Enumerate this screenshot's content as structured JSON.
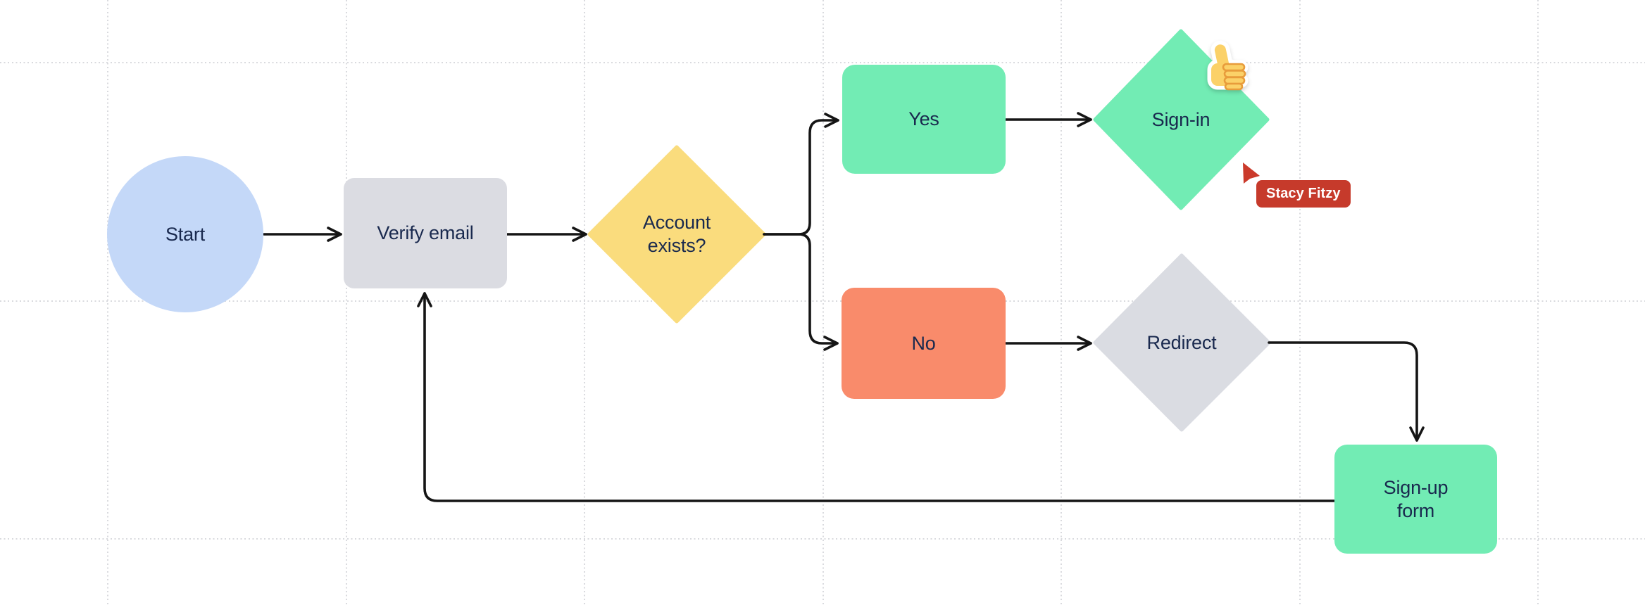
{
  "canvas": {
    "background": "#FFFFFF",
    "grid_color": "#D9DADE",
    "edge_color": "#151515",
    "text_color": "#19294E"
  },
  "nodes": {
    "start": {
      "label": "Start",
      "shape": "ellipse",
      "color": "#C4D8F8"
    },
    "verify_email": {
      "label": "Verify email",
      "shape": "rounded-rect",
      "color": "#DBDCE2"
    },
    "account_exists": {
      "label": "Account exists?",
      "shape": "diamond",
      "color": "#FADC7D"
    },
    "yes": {
      "label": "Yes",
      "shape": "rounded-rect",
      "color": "#72ECB4"
    },
    "sign_in": {
      "label": "Sign-in",
      "shape": "diamond",
      "color": "#72ECB4"
    },
    "no": {
      "label": "No",
      "shape": "rounded-rect",
      "color": "#F98B6B"
    },
    "redirect": {
      "label": "Redirect",
      "shape": "diamond",
      "color": "#DADCE2"
    },
    "signup_form": {
      "label": "Sign-up form",
      "shape": "rounded-rect",
      "color": "#72ECB4"
    }
  },
  "edges": [
    {
      "from": "start",
      "to": "verify_email"
    },
    {
      "from": "verify_email",
      "to": "account_exists"
    },
    {
      "from": "account_exists",
      "to": "yes"
    },
    {
      "from": "account_exists",
      "to": "no"
    },
    {
      "from": "yes",
      "to": "sign_in"
    },
    {
      "from": "no",
      "to": "redirect"
    },
    {
      "from": "redirect",
      "to": "signup_form"
    },
    {
      "from": "signup_form",
      "to": "verify_email"
    }
  ],
  "stickers": [
    {
      "name": "thumbs-up-emoji",
      "attached_to": "sign_in"
    }
  ],
  "collaborator": {
    "name": "Stacy Fitzy",
    "color": "#C63A2B"
  }
}
